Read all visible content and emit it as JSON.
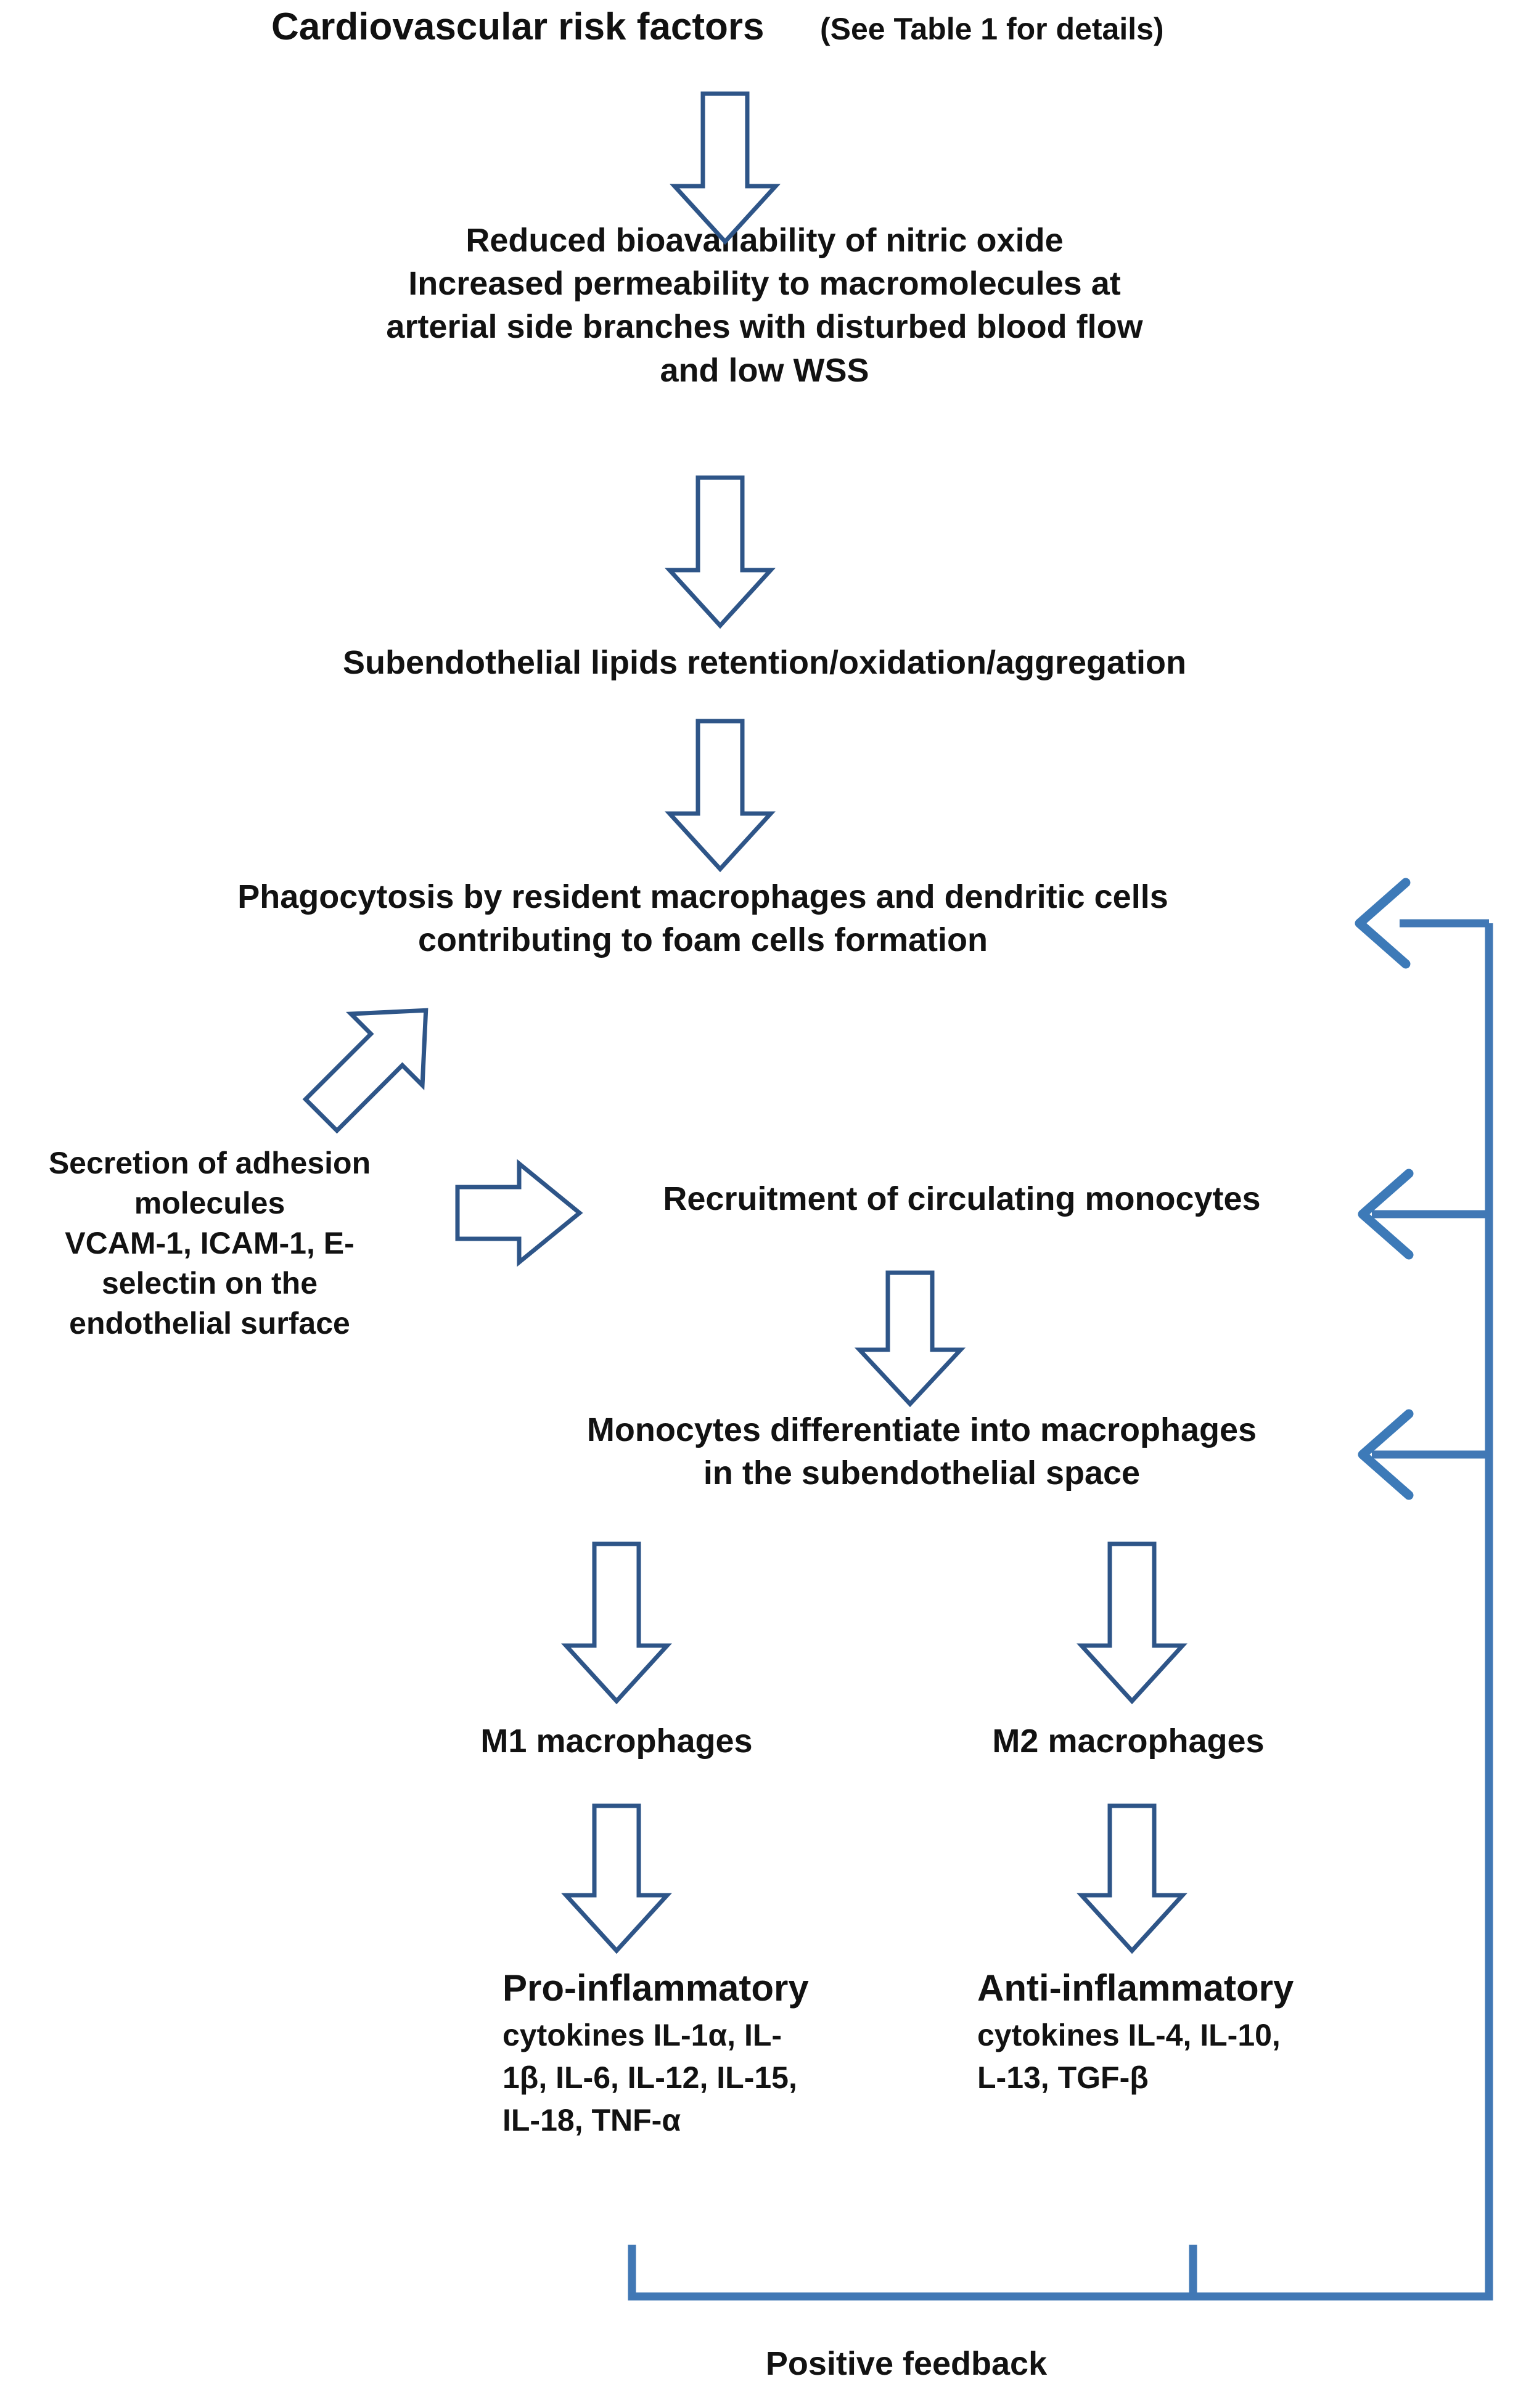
{
  "figure": {
    "type": "flowchart",
    "topic": "Atherosclerosis inflammatory pathway",
    "background_color": "#ffffff",
    "accent_color": "#4178b5",
    "outline_arrow_color": "#2e5588"
  },
  "title": {
    "main": "Cardiovascular risk factors",
    "note": "(See Table 1 for details)"
  },
  "nodes": {
    "endothelial_dysfunction": "Reduced bioavailability of nitric oxide\nIncreased permeability to macromolecules at\narterial side branches with disturbed blood flow\nand low WSS",
    "lipid_retention": "Subendothelial lipids retention/oxidation/aggregation",
    "phagocytosis": "Phagocytosis by resident macrophages and dendritic cells\ncontributing to foam cells formation",
    "adhesion_molecules": "Secretion of adhesion\nmolecules\nVCAM-1, ICAM-1, E-\nselectin on the\nendothelial surface",
    "recruitment": "Recruitment of circulating monocytes",
    "differentiation": "Monocytes differentiate into macrophages\nin the subendothelial space",
    "m1": "M1 macrophages",
    "m2": "M2 macrophages"
  },
  "cytokines": {
    "pro": {
      "heading": "Pro-inflammatory",
      "list": "cytokines IL-1α, IL-1β, IL-6, IL-12, IL-15, IL-18, TNF-α",
      "line1_head": "Pro-inflammatory",
      "line2": "cytokines IL-1α, IL-",
      "line3": "1β, IL-6, IL-12, IL-15,",
      "line4": "IL-18, TNF-α"
    },
    "anti": {
      "heading": "Anti-inflammatory",
      "list": "cytokines IL-4, IL-10, L-13, TGF-β",
      "line1_head": "Anti-inflammatory",
      "line2": "cytokines IL-4, IL-10,",
      "line3": "L-13, TGF-β"
    }
  },
  "feedback": {
    "label": "Positive feedback",
    "targets": [
      "Phagocytosis by resident macrophages and dendritic cells",
      "Recruitment of circulating monocytes",
      "Monocytes differentiate into macrophages"
    ]
  },
  "arrows": {
    "down_1": "block-arrow-down",
    "down_2": "block-arrow-down",
    "down_3": "block-arrow-down",
    "diagonal": "block-arrow-down-left",
    "right_1": "block-arrow-right",
    "down_4": "block-arrow-down",
    "down_m1": "block-arrow-down",
    "down_m2": "block-arrow-down",
    "down_pro": "block-arrow-down",
    "down_anti": "block-arrow-down"
  }
}
